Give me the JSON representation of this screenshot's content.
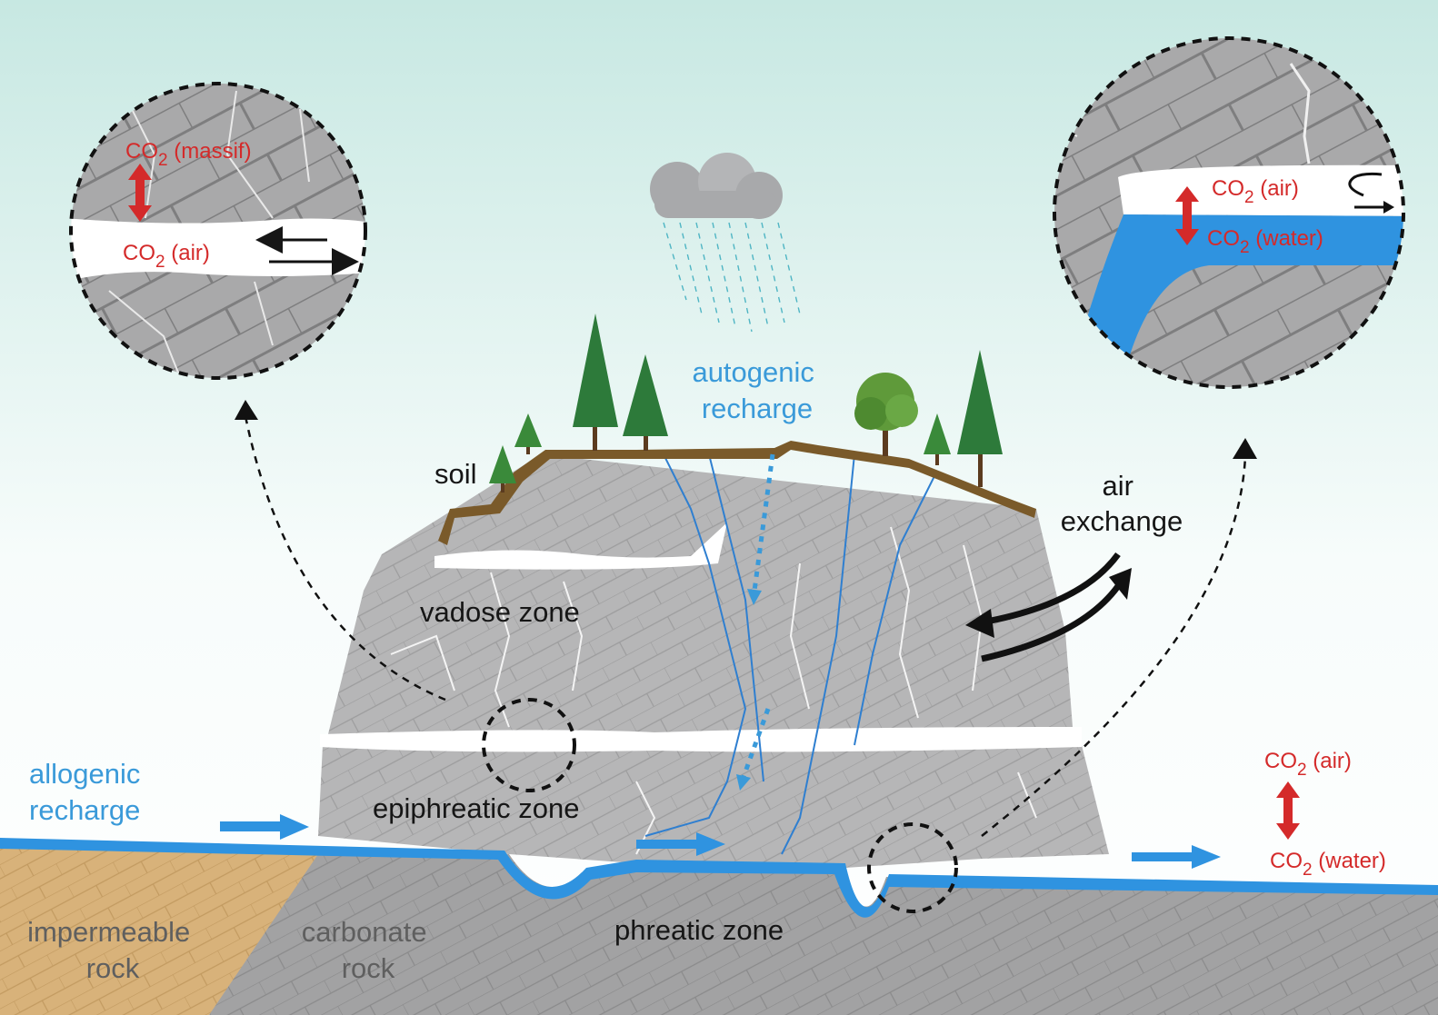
{
  "labels": {
    "autogenic_line1": "autogenic",
    "autogenic_line2": "recharge",
    "soil": "soil",
    "air_exchange_line1": "air",
    "air_exchange_line2": "exchange",
    "vadose_zone": "vadose zone",
    "epiphreatic_zone": "epiphreatic zone",
    "phreatic_zone": "phreatic zone",
    "allogenic_line1": "allogenic",
    "allogenic_line2": "recharge",
    "impermeable_line1": "impermeable",
    "impermeable_line2": "rock",
    "carbonate_line1": "carbonate",
    "carbonate_line2": "rock"
  },
  "co2": {
    "prefix": "CO",
    "subscript": "2",
    "massif": " (massif)",
    "air": " (air)",
    "water": " (water)"
  },
  "colors": {
    "water": "#2f93e0",
    "co2_label": "#d42a2a",
    "recharge_label": "#3a9ad9",
    "rock": "#b4b4b5",
    "soil": "#7a5a2a",
    "impermeable_rock": "#d9b378"
  }
}
